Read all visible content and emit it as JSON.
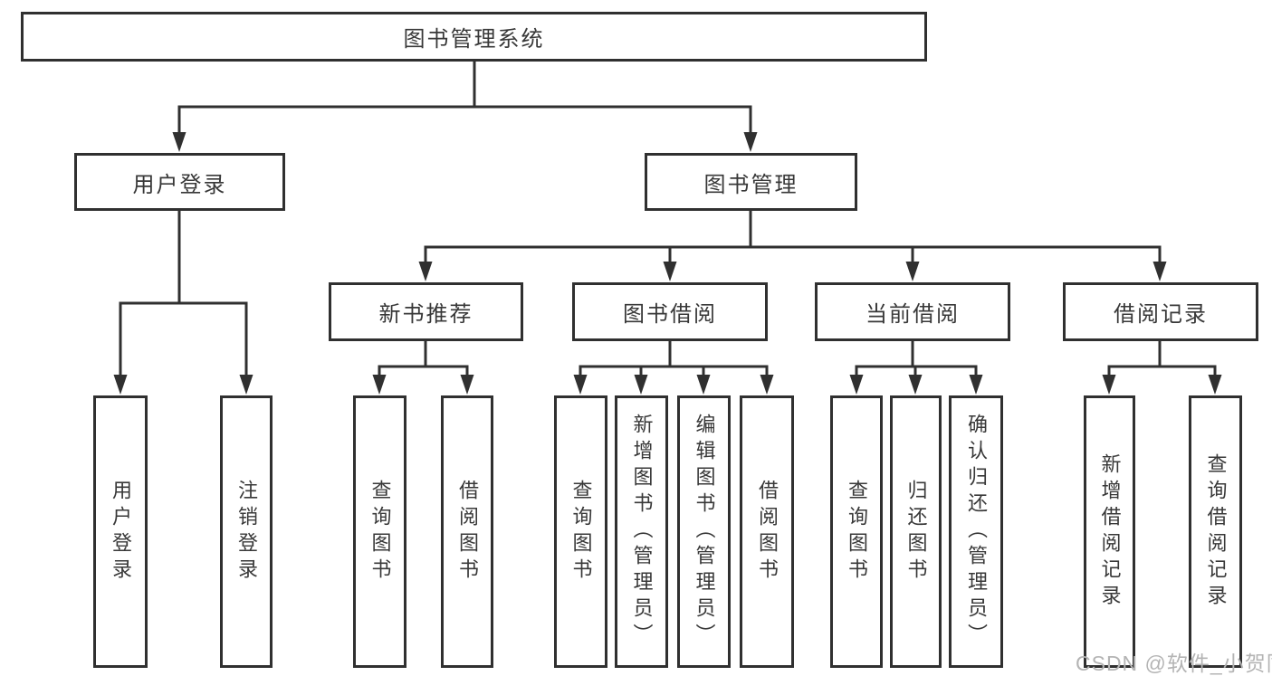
{
  "diagram": {
    "title": "图书管理系统",
    "tree": {
      "root": {
        "label": "图书管理系统"
      },
      "branches": [
        {
          "label": "用户登录",
          "children": [
            {
              "label": "用户登录"
            },
            {
              "label": "注销登录"
            }
          ]
        },
        {
          "label": "图书管理",
          "children": [
            {
              "label": "新书推荐",
              "children": [
                {
                  "label": "查询图书"
                },
                {
                  "label": "借阅图书"
                }
              ]
            },
            {
              "label": "图书借阅",
              "children": [
                {
                  "label": "查询图书"
                },
                {
                  "label": "新增图书（管理员）"
                },
                {
                  "label": "编辑图书（管理员）"
                },
                {
                  "label": "借阅图书"
                }
              ]
            },
            {
              "label": "当前借阅",
              "children": [
                {
                  "label": "查询图书"
                },
                {
                  "label": "归还图书"
                },
                {
                  "label": "确认归还（管理员）"
                }
              ]
            },
            {
              "label": "借阅记录",
              "children": [
                {
                  "label": "新增借阅记录"
                },
                {
                  "label": "查询借阅记录"
                }
              ]
            }
          ]
        }
      ]
    },
    "colors": {
      "line": "#303030",
      "box_border": "#303030",
      "text": "#383838",
      "watermark": "#b4b4b4",
      "background": "#ffffff"
    }
  },
  "watermark": {
    "text": "CSDN @软件_小贺同学"
  }
}
